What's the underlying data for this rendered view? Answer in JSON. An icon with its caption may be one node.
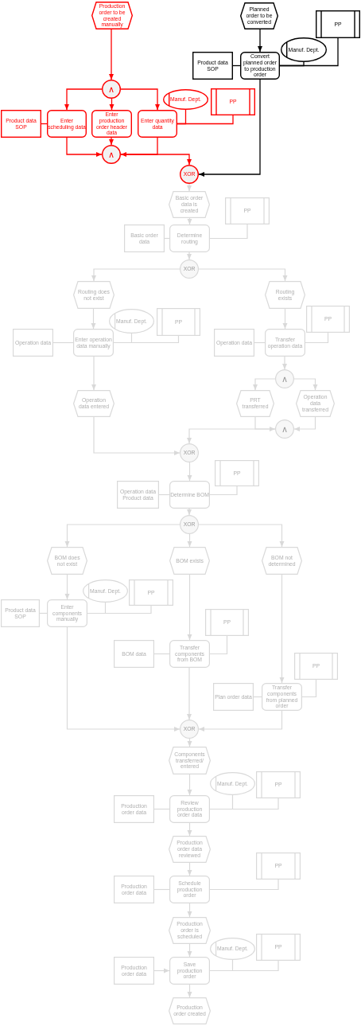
{
  "diagram": {
    "nodes": [
      {
        "text": [
          "Production order to be created manually"
        ]
      },
      {
        "text": [
          "Planned order to be converted"
        ]
      },
      {
        "text": [
          "PP"
        ]
      },
      {
        "text": [
          "Manuf. Dept."
        ]
      },
      {
        "text": [
          "Product data SOP"
        ]
      },
      {
        "text": [
          "Convert planned order to production order"
        ]
      },
      {
        "text": [
          "∧"
        ]
      },
      {
        "text": [
          "Product data SOP"
        ]
      },
      {
        "text": [
          "Enter scheduling data"
        ]
      },
      {
        "text": [
          "Enter production order header data"
        ]
      },
      {
        "text": [
          "Enter quantity data"
        ]
      },
      {
        "text": [
          "Manuf. Dept."
        ]
      },
      {
        "text": [
          "PP"
        ]
      },
      {
        "text": [
          "∧"
        ]
      },
      {
        "text": [
          "XOR"
        ]
      },
      {
        "text": [
          "Basic order data is created"
        ]
      },
      {
        "text": [
          "PP"
        ]
      },
      {
        "text": [
          "Basic order data"
        ]
      },
      {
        "text": [
          "Determine routing"
        ]
      },
      {
        "text": [
          "XOR"
        ]
      },
      {
        "text": [
          "Routing does not exist"
        ]
      },
      {
        "text": [
          "Routing exists"
        ]
      },
      {
        "text": [
          "Manuf. Dept."
        ]
      },
      {
        "text": [
          "PP"
        ]
      },
      {
        "text": [
          "Operation data"
        ]
      },
      {
        "text": [
          "Enter operation data manually"
        ]
      },
      {
        "text": [
          "PP"
        ]
      },
      {
        "text": [
          "Operation data"
        ]
      },
      {
        "text": [
          "Transfer operation data"
        ]
      },
      {
        "text": [
          "∧"
        ]
      },
      {
        "text": [
          "Operation data entered"
        ]
      },
      {
        "text": [
          "PRT transferred"
        ]
      },
      {
        "text": [
          "Operation data transferred"
        ]
      },
      {
        "text": [
          "∧"
        ]
      },
      {
        "text": [
          "XOR"
        ]
      },
      {
        "text": [
          "PP"
        ]
      },
      {
        "text": [
          "Operation data Product data"
        ]
      },
      {
        "text": [
          "Determine BOM"
        ]
      },
      {
        "text": [
          "XOR"
        ]
      },
      {
        "text": [
          "BOM does not exist"
        ]
      },
      {
        "text": [
          "BOM exists"
        ]
      },
      {
        "text": [
          "BOM not determined"
        ]
      },
      {
        "text": [
          "Manuf. Dept."
        ]
      },
      {
        "text": [
          "PP"
        ]
      },
      {
        "text": [
          "Product data SOP"
        ]
      },
      {
        "text": [
          "Enter components manually"
        ]
      },
      {
        "text": [
          "PP"
        ]
      },
      {
        "text": [
          "BOM data"
        ]
      },
      {
        "text": [
          "Transfer components from BOM"
        ]
      },
      {
        "text": [
          "PP"
        ]
      },
      {
        "text": [
          "Plan order data"
        ]
      },
      {
        "text": [
          "Transfer components from planned order"
        ]
      },
      {
        "text": [
          "XOR"
        ]
      },
      {
        "text": [
          "Components transferred/ entered"
        ]
      },
      {
        "text": [
          "Manuf. Dept."
        ]
      },
      {
        "text": [
          "PP"
        ]
      },
      {
        "text": [
          "Production order data"
        ]
      },
      {
        "text": [
          "Review production order data"
        ]
      },
      {
        "text": [
          "Production order data reviewed"
        ]
      },
      {
        "text": [
          "PP"
        ]
      },
      {
        "text": [
          "Production order data"
        ]
      },
      {
        "text": [
          "Schedule production order"
        ]
      },
      {
        "text": [
          "Production order is scheduled"
        ]
      },
      {
        "text": [
          "Manuf. Dept."
        ]
      },
      {
        "text": [
          "PP"
        ]
      },
      {
        "text": [
          "Production order data"
        ]
      },
      {
        "text": [
          "Save production order"
        ]
      },
      {
        "text": [
          "Production order created"
        ]
      }
    ],
    "edges": [
      {
        "from": 0,
        "to": 6,
        "arrow": "to",
        "color": "#ff0000"
      },
      {
        "from": 6,
        "to": 8,
        "arrow": "to",
        "color": "#ff0000"
      },
      {
        "from": 6,
        "to": 9,
        "arrow": "to",
        "color": "#ff0000"
      },
      {
        "from": 6,
        "to": 10,
        "arrow": "to",
        "color": "#ff0000"
      },
      {
        "from": 7,
        "to": 8,
        "arrow": "none",
        "color": "#ff0000"
      },
      {
        "from": 10,
        "to": 11,
        "arrow": "none",
        "color": "#ff0000"
      },
      {
        "from": 10,
        "to": 12,
        "arrow": "none",
        "color": "#ff0000"
      },
      {
        "from": 8,
        "to": 13,
        "arrow": "to",
        "color": "#ff0000"
      },
      {
        "from": 9,
        "to": 13,
        "arrow": "to",
        "color": "#ff0000"
      },
      {
        "from": 10,
        "to": 13,
        "arrow": "to",
        "color": "#ff0000"
      },
      {
        "from": 13,
        "to": 14,
        "arrow": "to",
        "color": "#ff0000"
      },
      {
        "from": 1,
        "to": 5,
        "arrow": "to",
        "color": "#000000"
      },
      {
        "from": 4,
        "to": 5,
        "arrow": "none",
        "color": "#000000"
      },
      {
        "from": 5,
        "to": 3,
        "arrow": "none",
        "color": "#000000"
      },
      {
        "from": 5,
        "to": 2,
        "arrow": "none",
        "color": "#000000"
      },
      {
        "from": 5,
        "to": 14,
        "arrow": "to",
        "color": "#000000"
      },
      {
        "from": 14,
        "to": 15,
        "arrow": "to"
      },
      {
        "from": 15,
        "to": 18,
        "arrow": "to"
      },
      {
        "from": 17,
        "to": 18,
        "arrow": "none"
      },
      {
        "from": 18,
        "to": 16,
        "arrow": "none"
      },
      {
        "from": 18,
        "to": 19,
        "arrow": "to"
      },
      {
        "from": 19,
        "to": 20,
        "arrow": "to"
      },
      {
        "from": 19,
        "to": 21,
        "arrow": "to"
      },
      {
        "from": 20,
        "to": 25,
        "arrow": "to"
      },
      {
        "from": 24,
        "to": 25,
        "arrow": "none"
      },
      {
        "from": 25,
        "to": 22,
        "arrow": "none"
      },
      {
        "from": 25,
        "to": 23,
        "arrow": "none"
      },
      {
        "from": 21,
        "to": 28,
        "arrow": "to"
      },
      {
        "from": 27,
        "to": 28,
        "arrow": "none"
      },
      {
        "from": 28,
        "to": 26,
        "arrow": "none"
      },
      {
        "from": 28,
        "to": 29,
        "arrow": "to"
      },
      {
        "from": 29,
        "to": 31,
        "arrow": "to"
      },
      {
        "from": 29,
        "to": 32,
        "arrow": "to"
      },
      {
        "from": 31,
        "to": 33,
        "arrow": "to"
      },
      {
        "from": 32,
        "to": 33,
        "arrow": "to"
      },
      {
        "from": 25,
        "to": 30,
        "arrow": "to"
      },
      {
        "from": 30,
        "to": 34,
        "arrow": "to"
      },
      {
        "from": 33,
        "to": 34,
        "arrow": "to"
      },
      {
        "from": 34,
        "to": 37,
        "arrow": "to"
      },
      {
        "from": 36,
        "to": 37,
        "arrow": "none"
      },
      {
        "from": 37,
        "to": 35,
        "arrow": "none"
      },
      {
        "from": 37,
        "to": 38,
        "arrow": "to"
      },
      {
        "from": 38,
        "to": 39,
        "arrow": "to"
      },
      {
        "from": 38,
        "to": 40,
        "arrow": "to"
      },
      {
        "from": 38,
        "to": 41,
        "arrow": "to"
      },
      {
        "from": 39,
        "to": 45,
        "arrow": "to"
      },
      {
        "from": 44,
        "to": 45,
        "arrow": "none"
      },
      {
        "from": 45,
        "to": 42,
        "arrow": "none"
      },
      {
        "from": 45,
        "to": 43,
        "arrow": "none"
      },
      {
        "from": 40,
        "to": 48,
        "arrow": "to"
      },
      {
        "from": 47,
        "to": 48,
        "arrow": "none"
      },
      {
        "from": 48,
        "to": 46,
        "arrow": "none"
      },
      {
        "from": 41,
        "to": 51,
        "arrow": "to"
      },
      {
        "from": 50,
        "to": 51,
        "arrow": "none"
      },
      {
        "from": 51,
        "to": 49,
        "arrow": "none"
      },
      {
        "from": 45,
        "to": 52,
        "arrow": "to"
      },
      {
        "from": 48,
        "to": 52,
        "arrow": "to"
      },
      {
        "from": 51,
        "to": 52,
        "arrow": "to"
      },
      {
        "from": 52,
        "to": 53,
        "arrow": "to"
      },
      {
        "from": 53,
        "to": 57,
        "arrow": "to"
      },
      {
        "from": 56,
        "to": 57,
        "arrow": "none"
      },
      {
        "from": 57,
        "to": 54,
        "arrow": "none"
      },
      {
        "from": 57,
        "to": 55,
        "arrow": "none"
      },
      {
        "from": 57,
        "to": 58,
        "arrow": "to"
      },
      {
        "from": 58,
        "to": 61,
        "arrow": "to"
      },
      {
        "from": 60,
        "to": 61,
        "arrow": "none"
      },
      {
        "from": 61,
        "to": 59,
        "arrow": "none"
      },
      {
        "from": 61,
        "to": 62,
        "arrow": "to"
      },
      {
        "from": 62,
        "to": 66,
        "arrow": "to"
      },
      {
        "from": 65,
        "to": 66,
        "arrow": "to"
      },
      {
        "from": 66,
        "to": 63,
        "arrow": "none"
      },
      {
        "from": 66,
        "to": 64,
        "arrow": "none"
      },
      {
        "from": 66,
        "to": 67,
        "arrow": "to"
      }
    ]
  }
}
